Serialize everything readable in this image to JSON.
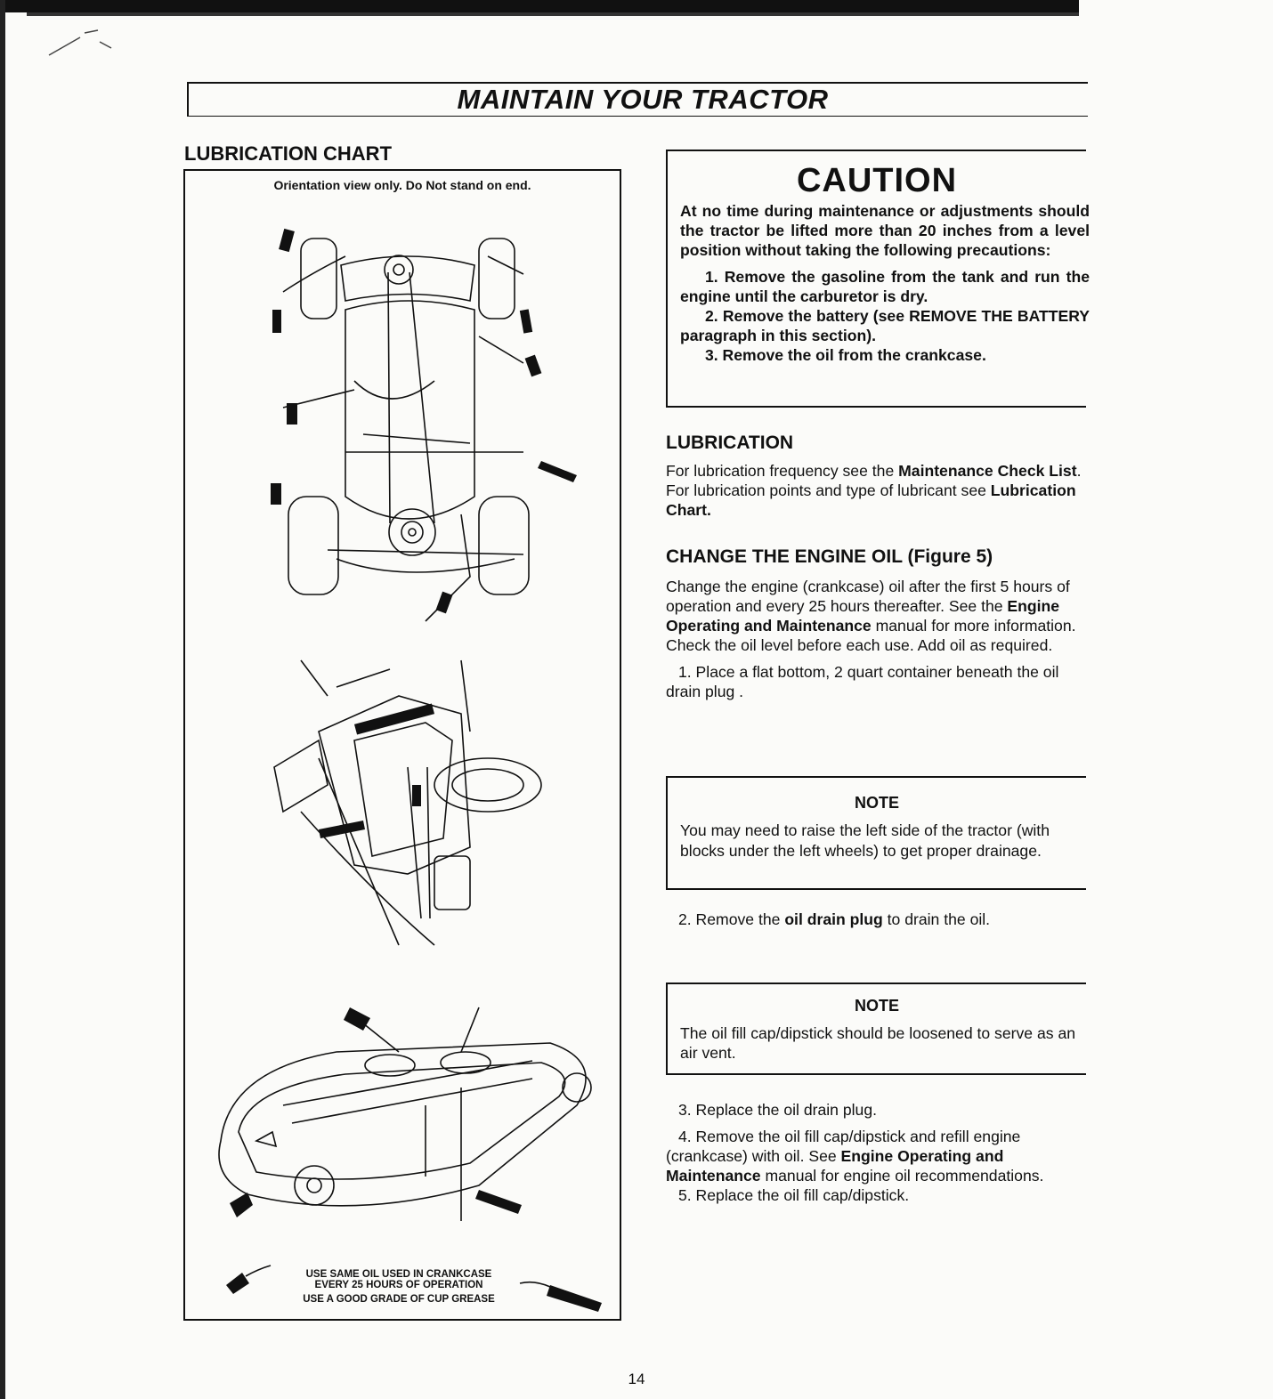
{
  "page": {
    "title": "MAINTAIN YOUR TRACTOR",
    "page_number": "14"
  },
  "lubrication_chart": {
    "heading": "LUBRICATION CHART",
    "orientation_note": "Orientation view only. Do Not stand on end.",
    "legend_oil_line1": "USE SAME OIL USED IN CRANKCASE",
    "legend_oil_line2": "EVERY 25 HOURS OF OPERATION",
    "legend_grease": "USE A GOOD GRADE OF CUP GREASE"
  },
  "caution": {
    "title": "CAUTION",
    "intro": "At no time during maintenance or adjustments should the tractor be lifted more than 20 inches from a level position without taking the following precautions:",
    "step1": "1. Remove the gasoline from the tank and run the engine until the carburetor is dry.",
    "step2": "2. Remove the battery (see REMOVE THE BATTERY paragraph in this section).",
    "step3": "3. Remove the oil from the crankcase."
  },
  "lubrication": {
    "heading": "LUBRICATION",
    "t1": "For lubrication frequency see the ",
    "b1": "Maintenance Check List",
    "t2": ". For lubrication points and type of lubricant see ",
    "b2": "Lubrication Chart."
  },
  "change_oil": {
    "heading": "CHANGE THE ENGINE OIL (Figure 5)",
    "t1": "Change the engine (crankcase) oil after the first 5 hours of operation and every 25 hours thereafter. See the ",
    "b1": "Engine Operating and Maintenance",
    "t2": " manual for more information. Check the oil level before each use. Add oil as required.",
    "step1": "1. Place a flat bottom, 2 quart container beneath the oil drain plug ."
  },
  "note1": {
    "title": "NOTE",
    "text": "You may need to raise the left side of the tractor (with blocks under the left wheels) to get proper drainage."
  },
  "step2": {
    "t1": "2. Remove the ",
    "b1": "oil drain plug",
    "t2": " to drain the oil."
  },
  "note2": {
    "title": "NOTE",
    "text": "The oil fill cap/dipstick should be loosened to serve as an air vent."
  },
  "steps_after": {
    "step3": "3. Replace the oil drain plug.",
    "step4_t1": "4. Remove the oil fill cap/dipstick and refill engine (crankcase) with oil. See ",
    "step4_b1": "Engine Operating and Maintenance",
    "step4_t2": " manual for engine oil recommendations.",
    "step5": "5. Replace the oil fill cap/dipstick."
  }
}
